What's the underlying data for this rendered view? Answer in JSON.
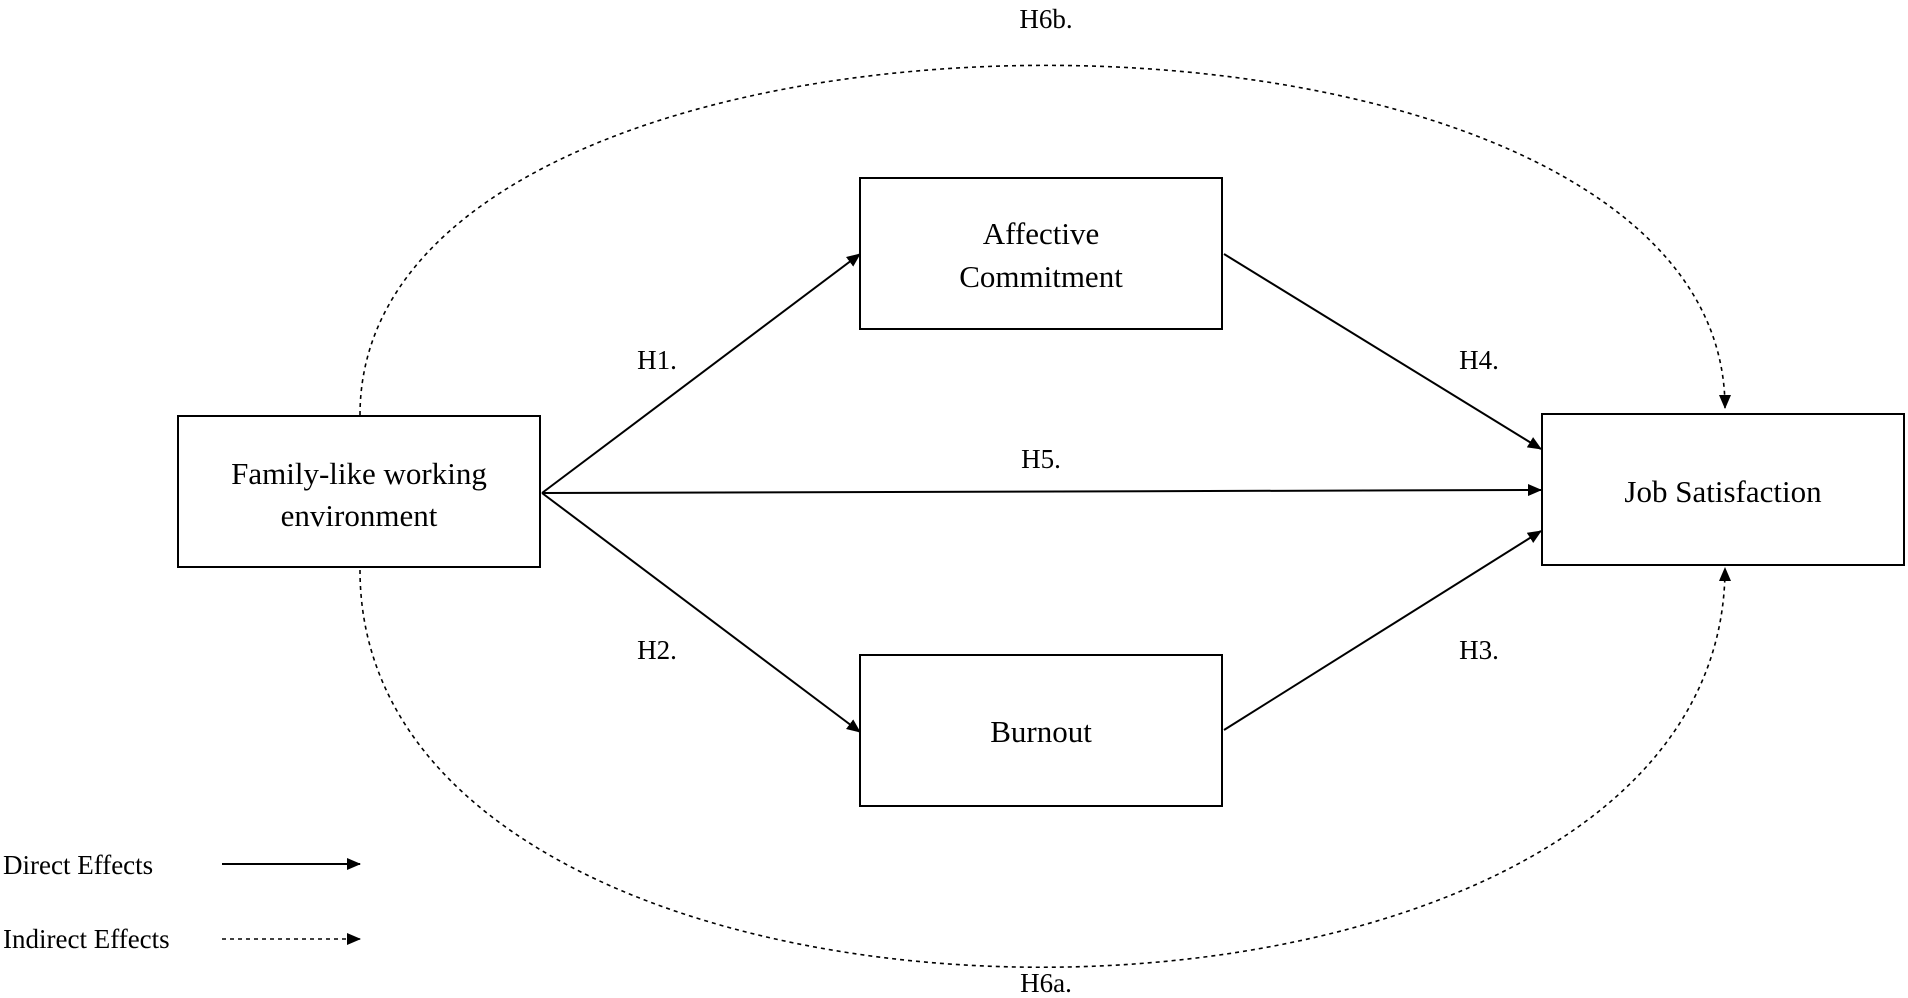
{
  "boxes": {
    "family": {
      "line1": "Family-like working",
      "line2": "environment"
    },
    "affective": {
      "line1": "Affective",
      "line2": "Commitment"
    },
    "burnout": {
      "label": "Burnout"
    },
    "job": {
      "label": "Job Satisfaction"
    }
  },
  "hypotheses": {
    "h1": "H1.",
    "h2": "H2.",
    "h3": "H3.",
    "h4": "H4.",
    "h5": "H5.",
    "h6a": "H6a.",
    "h6b": "H6b."
  },
  "legend": {
    "direct": "Direct Effects",
    "indirect": "Indirect Effects"
  }
}
